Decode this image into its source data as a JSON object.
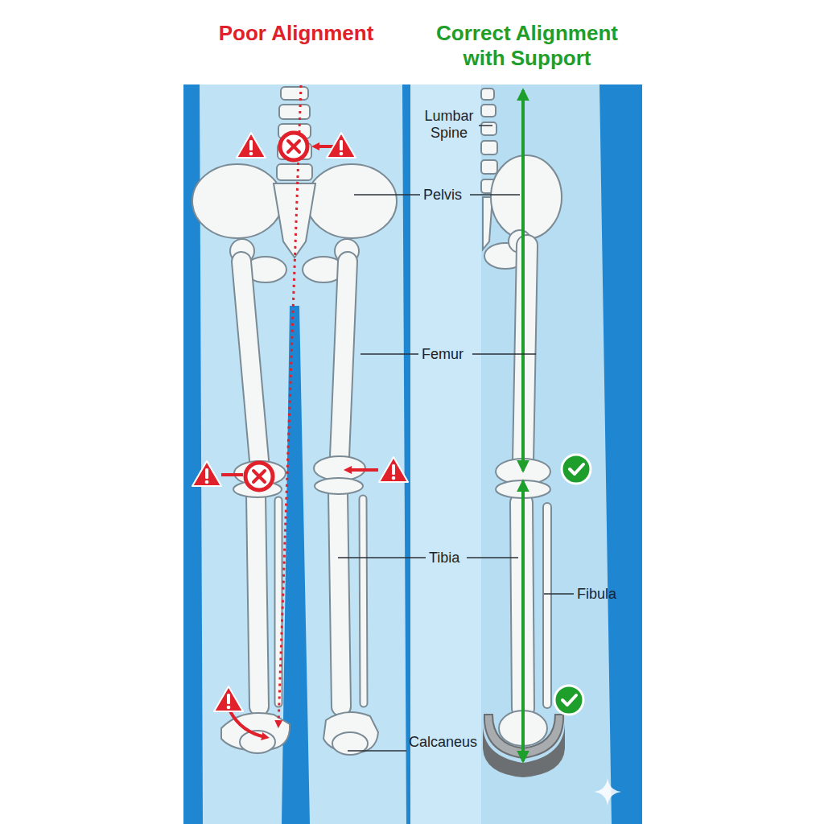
{
  "diagram": {
    "labels": [
      "Poor Alignment",
      "Correct Alignment with Support",
      "Lumbar Spine",
      "Pelvis",
      "Femur",
      "Tibia",
      "Fibula",
      "Calcaneus"
    ]
  }
}
